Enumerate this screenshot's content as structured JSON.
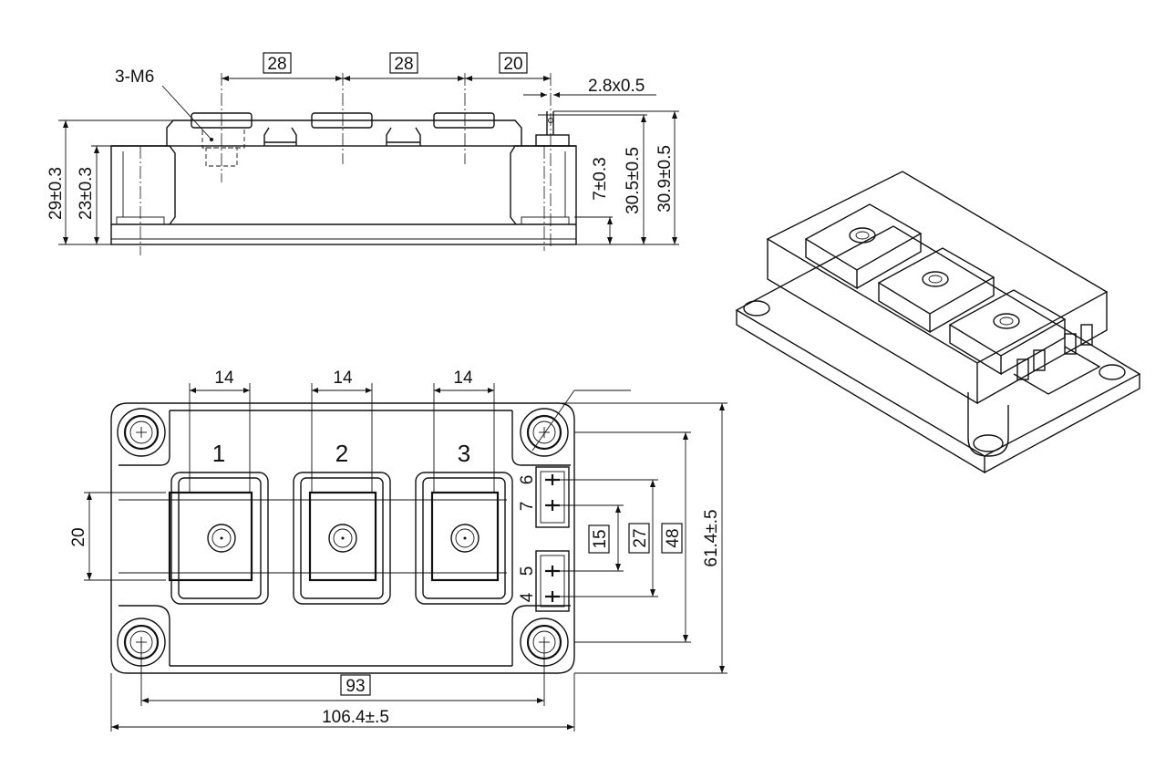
{
  "side_view": {
    "thread_label": "3-M6",
    "dim_pitch_1": "28",
    "dim_pitch_2": "28",
    "dim_pitch_3": "20",
    "dim_pin": "2.8x0.5",
    "dim_h_total": "29±0.3",
    "dim_h_body": "23±0.3",
    "dim_pin_h": "7±0.3",
    "dim_h_30_5": "30.5±0.5",
    "dim_h_30_9": "30.9±0.5"
  },
  "top_view": {
    "dim_term_w1": "14",
    "dim_term_w2": "14",
    "dim_term_w3": "14",
    "terminal_1": "1",
    "terminal_2": "2",
    "terminal_3": "3",
    "pin_6": "6",
    "pin_7": "7",
    "pin_5": "5",
    "pin_4": "4",
    "dim_20": "20",
    "dim_15": "15",
    "dim_27": "27",
    "dim_48": "48",
    "dim_61": "61.4±.5",
    "dim_93": "93",
    "dim_106": "106.4±.5"
  }
}
